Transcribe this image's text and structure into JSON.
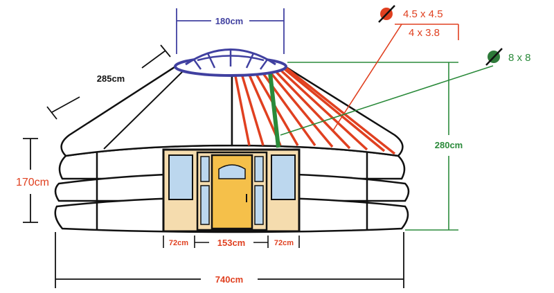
{
  "colors": {
    "blue": "#4040a0",
    "red": "#e04020",
    "green": "#2a8a3a",
    "black": "#111111",
    "door_wood": "#f5c04a",
    "wall_panel": "#f5dcae",
    "glass": "#bcd7ee",
    "dark_green_icon": "#2e7a3a"
  },
  "labels": {
    "crown_width": "180cm",
    "roof_pole_length": "285cm",
    "wall_height": "170cm",
    "total_height": "280cm",
    "diameter": "740cm",
    "door_width": "153cm",
    "side_left": "72cm",
    "side_right": "72cm",
    "red_size_a": "4.5 x 4.5",
    "red_size_b": "4 x 3.8",
    "green_size": "8 x 8"
  },
  "icons": {
    "red_no": "red-prohibited-icon",
    "green_no": "green-prohibited-icon"
  }
}
